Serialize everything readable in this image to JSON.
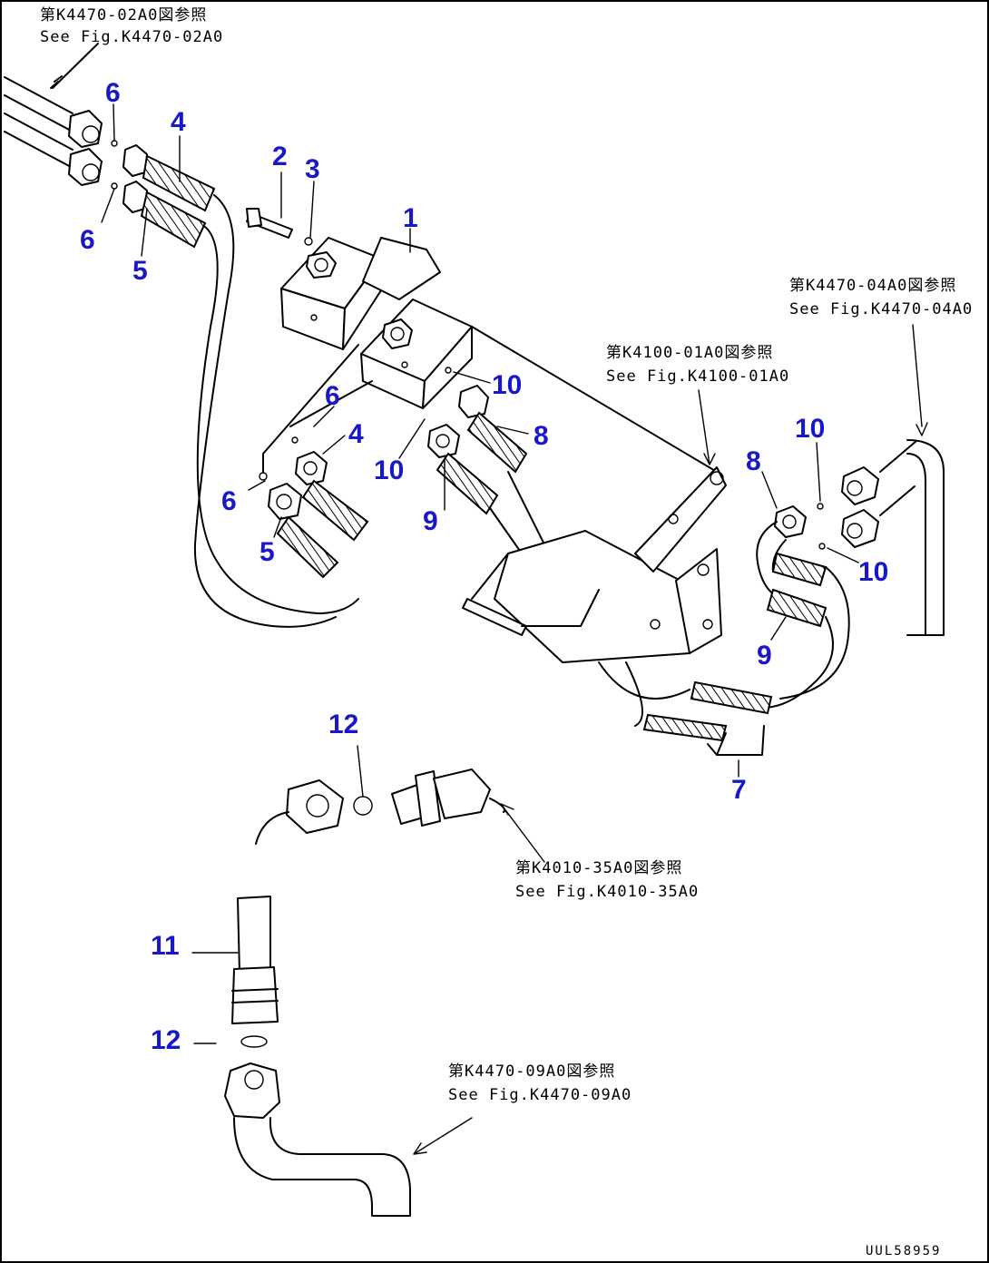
{
  "figure_code": "UUL58959",
  "references": {
    "top_left": {
      "jp": "第K4470-02A0図参照",
      "en": "See Fig.K4470-02A0"
    },
    "right": {
      "jp": "第K4470-04A0図参照",
      "en": "See Fig.K4470-04A0"
    },
    "middle": {
      "jp": "第K4100-01A0図参照",
      "en": "See Fig.K4100-01A0"
    },
    "lower": {
      "jp": "第K4010-35A0図参照",
      "en": "See Fig.K4010-35A0"
    },
    "bottom": {
      "jp": "第K4470-09A0図参照",
      "en": "See Fig.K4470-09A0"
    }
  },
  "callouts": {
    "c1": "1",
    "c2": "2",
    "c3": "3",
    "c4a": "4",
    "c4b": "4",
    "c5a": "5",
    "c5b": "5",
    "c6a": "6",
    "c6b": "6",
    "c6c": "6",
    "c6d": "6",
    "c7": "7",
    "c8a": "8",
    "c8b": "8",
    "c9a": "9",
    "c9b": "9",
    "c10a": "10",
    "c10b": "10",
    "c10c": "10",
    "c10d": "10",
    "c11": "11",
    "c12a": "12",
    "c12b": "12"
  },
  "colors": {
    "callout": "#1818c8",
    "line": "#000000"
  }
}
